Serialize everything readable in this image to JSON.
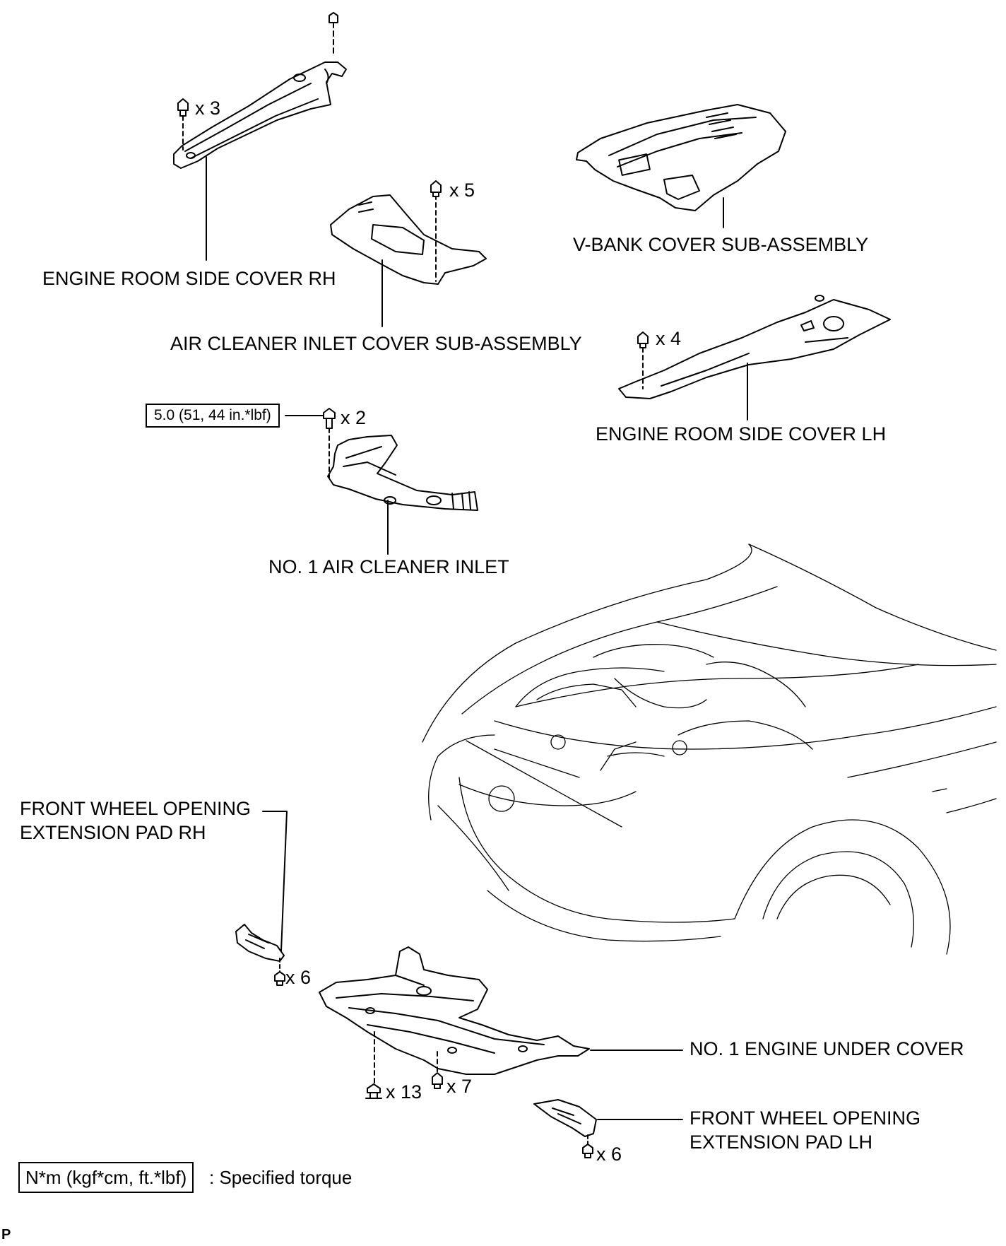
{
  "labels": {
    "engine_room_side_cover_rh": "ENGINE ROOM SIDE COVER RH",
    "air_cleaner_inlet_cover": "AIR CLEANER INLET COVER SUB-ASSEMBLY",
    "v_bank_cover": "V-BANK COVER SUB-ASSEMBLY",
    "engine_room_side_cover_lh": "ENGINE ROOM SIDE COVER LH",
    "no1_air_cleaner_inlet": "NO. 1 AIR CLEANER INLET",
    "front_wheel_pad_rh_line1": "FRONT WHEEL OPENING",
    "front_wheel_pad_rh_line2": "EXTENSION PAD RH",
    "no1_engine_under_cover": "NO. 1 ENGINE UNDER COVER",
    "front_wheel_pad_lh_line1": "FRONT WHEEL OPENING",
    "front_wheel_pad_lh_line2": "EXTENSION PAD LH"
  },
  "quantities": {
    "side_cover_rh": "x 3",
    "inlet_cover": "x 5",
    "side_cover_lh": "x 4",
    "air_cleaner_inlet": "x 2",
    "pad_rh": "x 6",
    "under_cover_a": "x 13",
    "under_cover_b": "x 7",
    "pad_lh": "x 6"
  },
  "torque_spec": "5.0 (51, 44 in.*lbf)",
  "legend": {
    "box": "N*m (kgf*cm, ft.*lbf)",
    "text": ": Specified torque"
  },
  "figure_code": "P"
}
